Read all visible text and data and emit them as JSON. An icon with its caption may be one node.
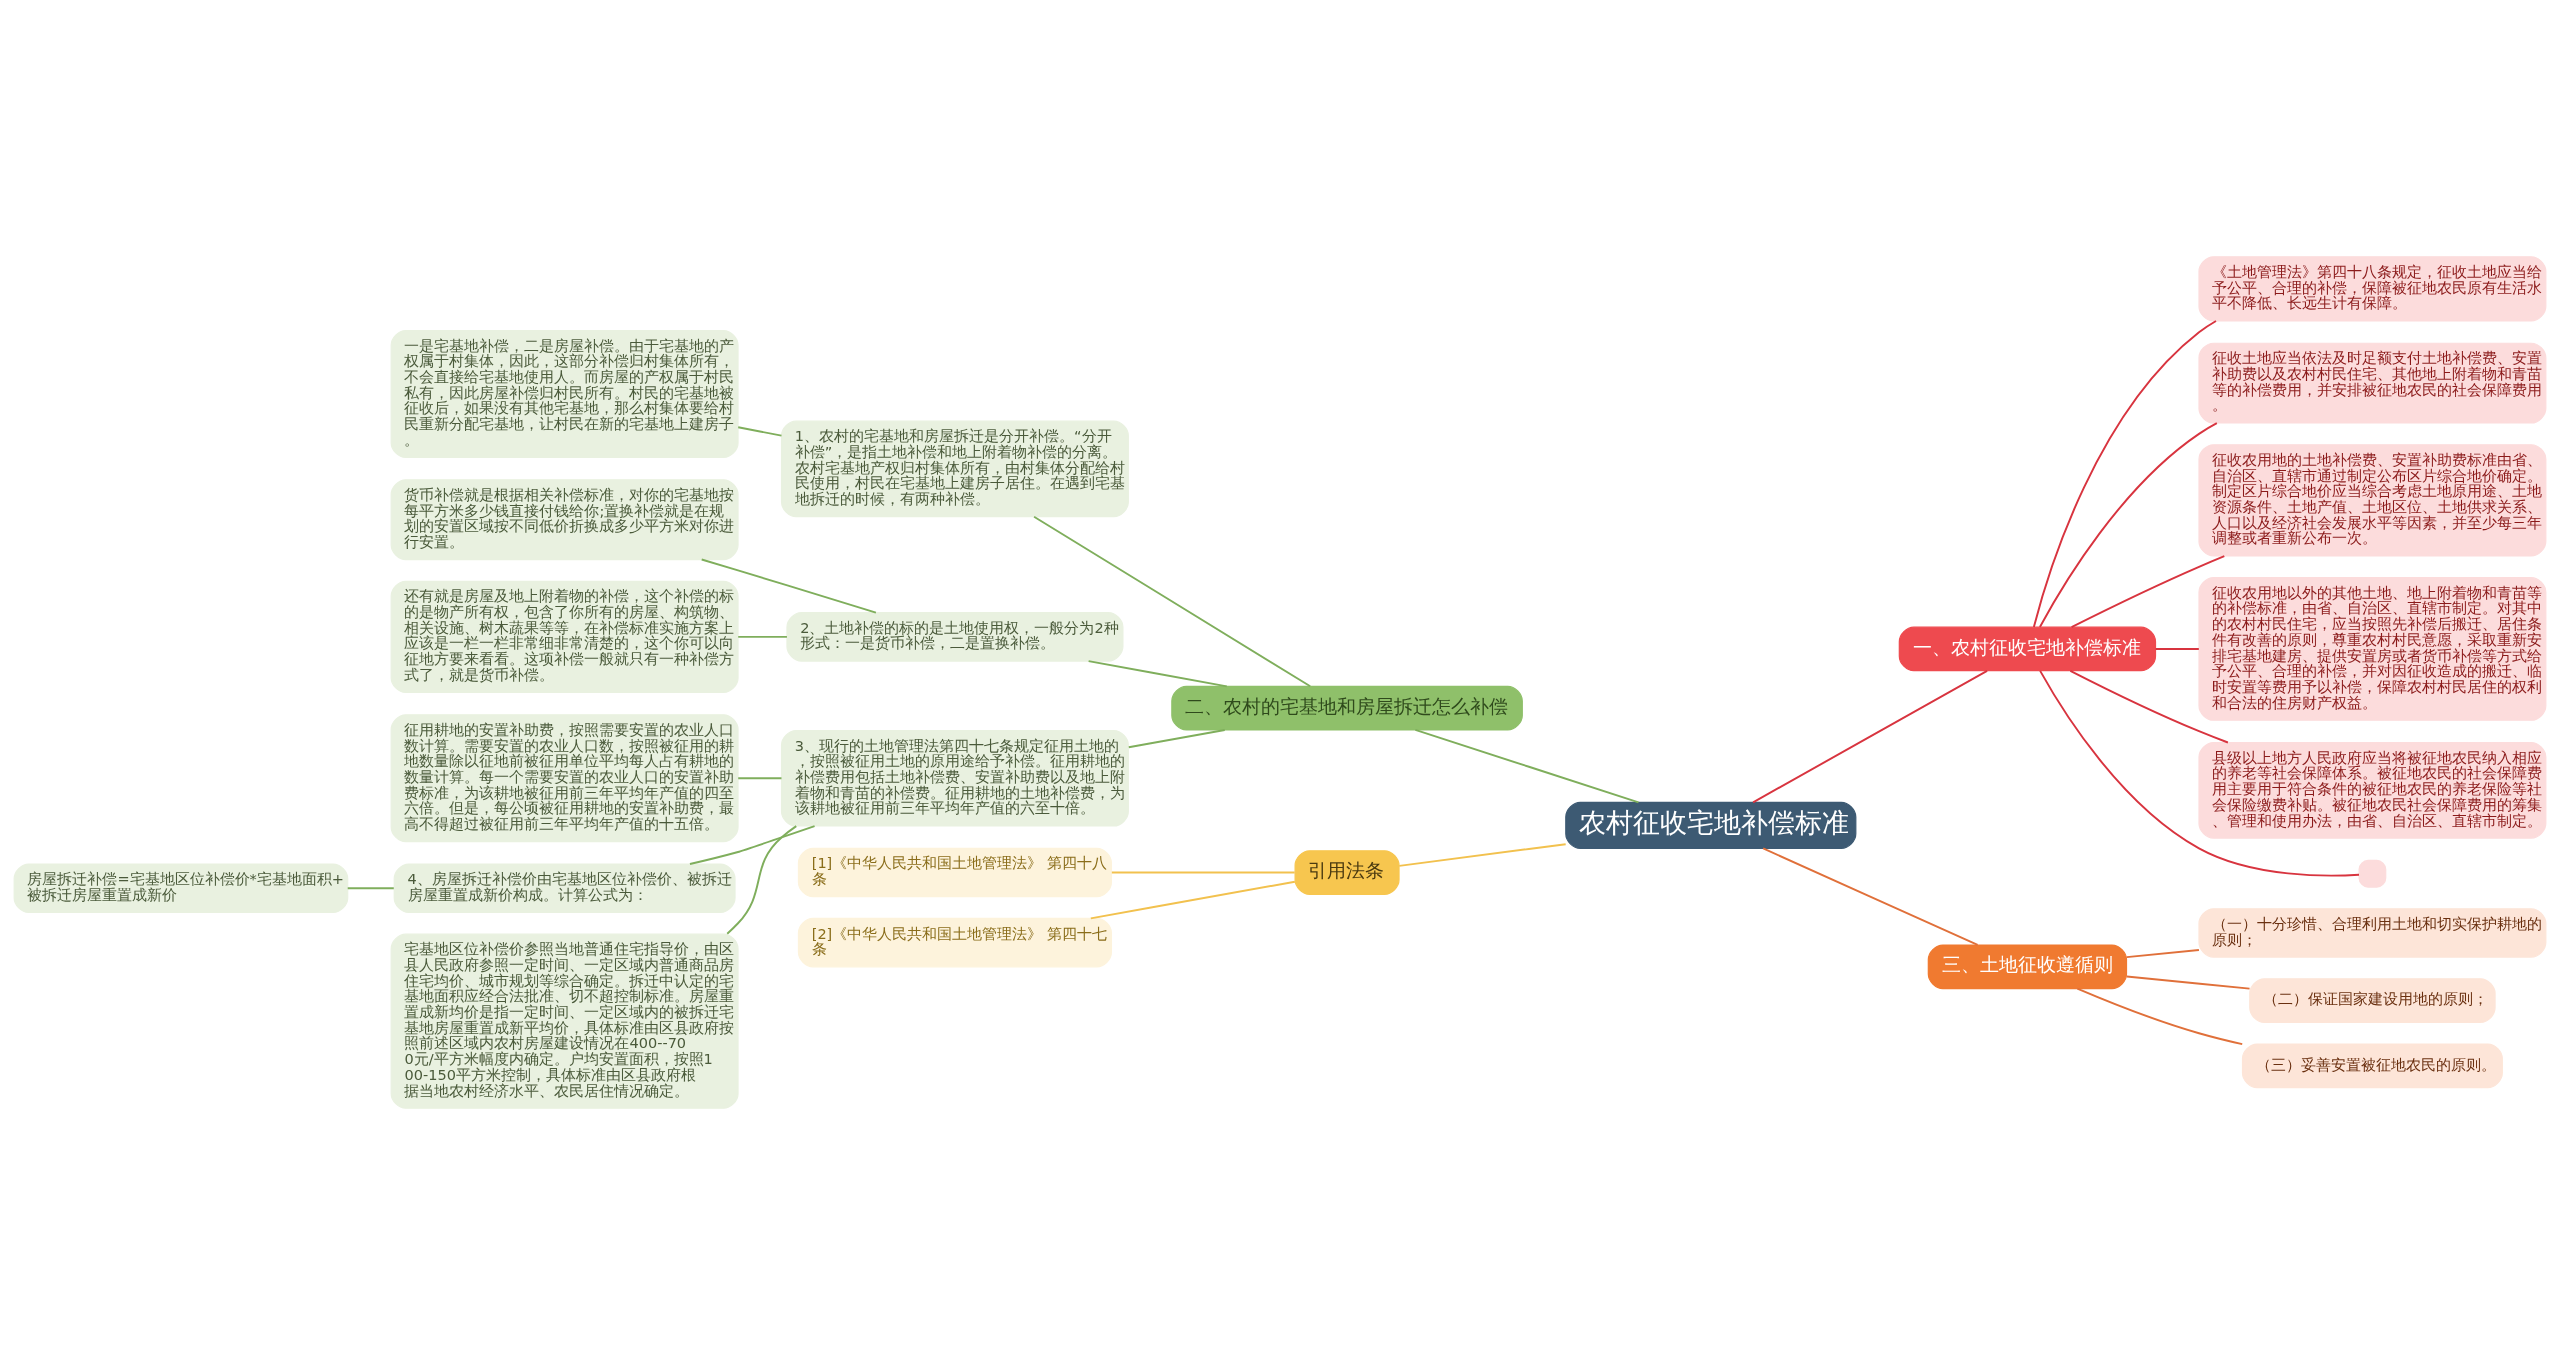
{
  "diagram": {
    "nodes": [
      {
        "text": [
          "农村征收宅地补偿标准"
        ]
      },
      {
        "text": [
          "二、农村的宅基地和房屋拆迁怎么补偿"
        ]
      },
      {
        "text": [
          "1、农村的宅基地和房屋拆迁是分开补偿。“分开补偿”，是指土地补偿和地上附着物补偿的分离。农村宅基地产权归村集体所有，由村集体分配给村民使用，村民在宅基地上建房子居住。在遇到宅基地拆迁的时候，有两种补偿。"
        ]
      },
      {
        "text": [
          "一是宅基地补偿，二是房屋补偿。由于宅基地的产权属于村集体，因此，这部分补偿归村集体所有，不会直接给宅基地使用人。而房屋的产权属于村民私有，因此房屋补偿归村民所有。村民的宅基地被征收后，如果没有其他宅基地，那么村集体要给村民重新分配宅基地，让村民在新的宅基地上建房子。"
        ]
      },
      {
        "text": [
          "2、土地补偿的标的是土地使用权，一般分为2种形式：一是货币补偿，二是置换补偿。"
        ]
      },
      {
        "text": [
          "货币补偿就是根据相关补偿标准，对你的宅基地按每平方米多少钱直接付钱给你;置换补偿就是在规划的安置区域按不同低价折换成多少平方米对你进行安置。"
        ]
      },
      {
        "text": [
          "还有就是房屋及地上附着物的补偿，这个补偿的标的是物产所有权，包含了你所有的房屋、构筑物、相关设施、树木蔬果等等，在补偿标准实施方案上应该是一栏一栏非常细非常清楚的，这个你可以向征地方要来看看。这项补偿一般就只有一种补偿方式了，就是货币补偿。"
        ]
      },
      {
        "text": [
          "3、现行的土地管理法第四十七条规定征用土地的，按照被征用土地的原用途给予补偿。征用耕地的补偿费用包括土地补偿费、安置补助费以及地上附着物和青苗的补偿费。征用耕地的土地补偿费，为该耕地被征用前三年平均年产值的六至十倍。"
        ]
      },
      {
        "text": [
          "征用耕地的安置补助费，按照需要安置的农业人口数计算。需要安置的农业人口数，按照被征用的耕地数量除以征地前被征用单位平均每人占有耕地的数量计算。每一个需要安置的农业人口的安置补助费标准，为该耕地被征用前三年平均年产值的四至六倍。但是，每公顷被征用耕地的安置补助费，最高不得超过被征用前三年平均年产值的十五倍。"
        ]
      },
      {
        "text": [
          "4、房屋拆迁补偿价由宅基地区位补偿价、被拆迁房屋重置成新价构成。计算公式为："
        ]
      },
      {
        "text": [
          "房屋拆迁补偿=宅基地区位补偿价*宅基地面积+被拆迁房屋重置成新价"
        ]
      },
      {
        "text": [
          "宅基地区位补偿价参照当地普通住宅指导价，由区县人民政府参照一定时间、一定区域内普通商品房住宅均价、城市规划等综合确定。拆迁中认定的宅基地面积应经合法批准、切不超控制标准。房屋重置成新均价是指一定时间、一定区域内的被拆迁宅基地房屋重置成新平均价，具体标准由区县政府按照前述区域内农村房屋建设情况在400--700元/平方米幅度内确定。户均安置面积，按照100-150平方米控制，具体标准由区县政府根据当地农村经济水平、农民居住情况确定。"
        ]
      },
      {
        "text": [
          "引用法条"
        ]
      },
      {
        "text": [
          "[1]《中华人民共和国土地管理法》 第四十八条"
        ]
      },
      {
        "text": [
          "[2]《中华人民共和国土地管理法》 第四十七条"
        ]
      },
      {
        "text": [
          "一、农村征收宅地补偿标准"
        ]
      },
      {
        "text": [
          "《土地管理法》第四十八条规定，征收土地应当给予公平、合理的补偿，保障被征地农民原有生活水平不降低、长远生计有保障。"
        ]
      },
      {
        "text": [
          "征收土地应当依法及时足额支付土地补偿费、安置补助费以及农村村民住宅、其他地上附着物和青苗等的补偿费用，并安排被征地农民的社会保障费用。"
        ]
      },
      {
        "text": [
          "征收农用地的土地补偿费、安置补助费标准由省、自治区、直辖市通过制定公布区片综合地价确定。制定区片综合地价应当综合考虑土地原用途、土地资源条件、土地产值、土地区位、土地供求关系、人口以及经济社会发展水平等因素，并至少每三年调整或者重新公布一次。"
        ]
      },
      {
        "text": [
          "征收农用地以外的其他土地、地上附着物和青苗等的补偿标准，由省、自治区、直辖市制定。对其中的农村村民住宅，应当按照先补偿后搬迁、居住条件有改善的原则，尊重农村村民意愿，采取重新安排宅基地建房、提供安置房或者货币补偿等方式给予公平、合理的补偿，并对因征收造成的搬迁、临时安置等费用予以补偿，保障农村村民居住的权利和合法的住房财产权益。"
        ]
      },
      {
        "text": [
          "县级以上地方人民政府应当将被征地农民纳入相应的养老等社会保障体系。被征地农民的社会保障费用主要用于符合条件的被征地农民的养老保险等社会保险缴费补贴。被征地农民社会保障费用的筹集、管理和使用办法，由省、自治区、直辖市制定。"
        ]
      },
      {
        "text": [],
        "shape": "box"
      },
      {
        "text": [
          "三、土地征收遵循则"
        ]
      },
      {
        "text": [
          "（一）十分珍惜、合理利用土地和切实保护耕地的原则；"
        ]
      },
      {
        "text": [
          "（二）保证国家建设用地的原则；"
        ]
      },
      {
        "text": [
          "（三）妥善安置被征地农民的原则。"
        ]
      }
    ],
    "edges": [
      {
        "from": 1,
        "to": 0,
        "arrow": "none"
      },
      {
        "from": 2,
        "to": 1,
        "arrow": "none"
      },
      {
        "from": 3,
        "to": 2,
        "arrow": "none"
      },
      {
        "from": 4,
        "to": 1,
        "arrow": "none"
      },
      {
        "from": 5,
        "to": 4,
        "arrow": "none"
      },
      {
        "from": 6,
        "to": 4,
        "arrow": "none"
      },
      {
        "from": 7,
        "to": 1,
        "arrow": "none"
      },
      {
        "from": 8,
        "to": 7,
        "arrow": "none"
      },
      {
        "from": 9,
        "to": 7,
        "arrow": "none"
      },
      {
        "from": 10,
        "to": 9,
        "arrow": "none"
      },
      {
        "from": 11,
        "to": 7,
        "arrow": "none"
      },
      {
        "from": 12,
        "to": 0,
        "arrow": "none",
        "color": "#f2c14e"
      },
      {
        "from": 13,
        "to": 12,
        "arrow": "none",
        "color": "#f2c14e"
      },
      {
        "from": 14,
        "to": 12,
        "arrow": "none",
        "color": "#f2c14e"
      },
      {
        "from": 0,
        "to": 15,
        "arrow": "none",
        "color": "#d8343f"
      },
      {
        "from": 15,
        "to": 16,
        "arrow": "none",
        "color": "#d8343f"
      },
      {
        "from": 15,
        "to": 17,
        "arrow": "none",
        "color": "#d8343f"
      },
      {
        "from": 15,
        "to": 18,
        "arrow": "none",
        "color": "#d8343f"
      },
      {
        "from": 15,
        "to": 19,
        "arrow": "none",
        "color": "#d8343f"
      },
      {
        "from": 15,
        "to": 20,
        "arrow": "none",
        "color": "#d8343f"
      },
      {
        "from": 15,
        "to": 21,
        "arrow": "none",
        "color": "#d8343f"
      },
      {
        "from": 0,
        "to": 22,
        "arrow": "none",
        "color": "#e0703a"
      },
      {
        "from": 22,
        "to": 23,
        "arrow": "none",
        "color": "#e0703a"
      },
      {
        "from": 22,
        "to": 24,
        "arrow": "none",
        "color": "#e0703a"
      },
      {
        "from": 22,
        "to": 25,
        "arrow": "none",
        "color": "#e0703a"
      }
    ]
  }
}
